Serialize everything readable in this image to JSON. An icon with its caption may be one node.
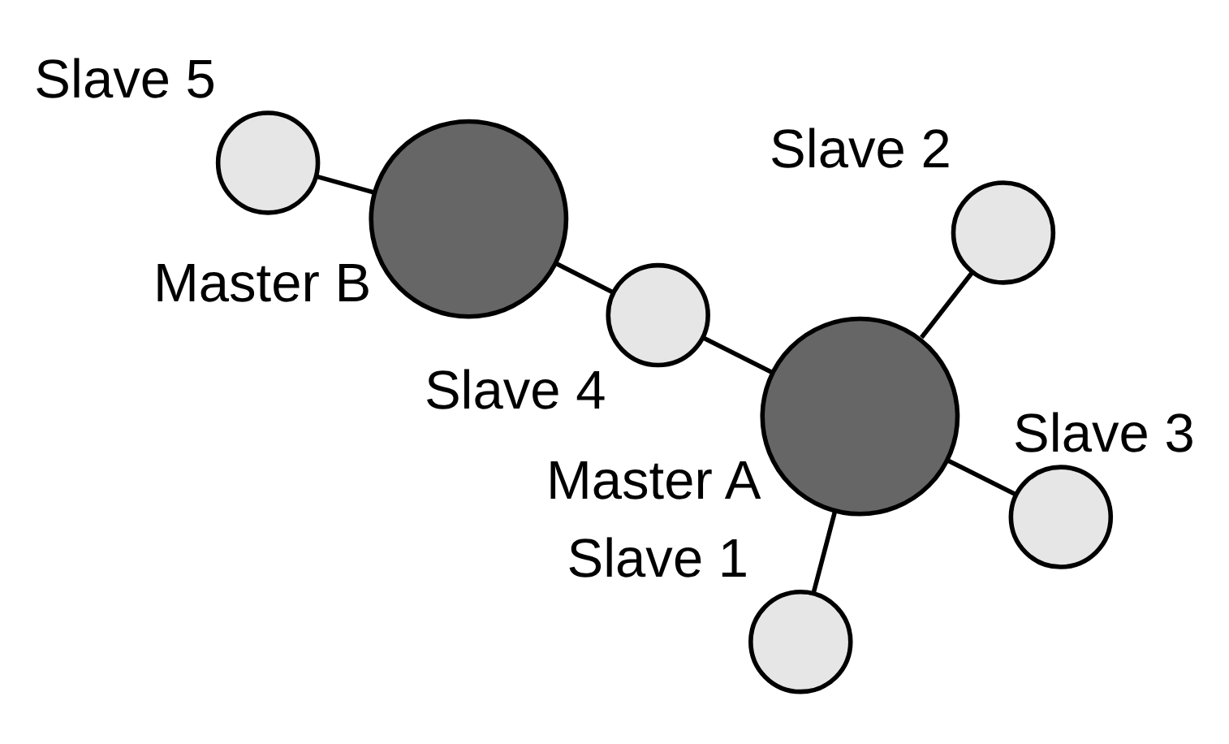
{
  "diagram": {
    "nodes": [
      {
        "text": [],
        "shape": "circle",
        "beside": [
          "Slave 1"
        ]
      },
      {
        "text": [],
        "shape": "circle",
        "beside": [
          "Slave 3"
        ]
      },
      {
        "text": [],
        "shape": "circle",
        "beside": [
          "Master A"
        ]
      },
      {
        "text": [],
        "shape": "circle",
        "beside": [
          "Master B"
        ]
      },
      {
        "text": [],
        "shape": "circle",
        "beside": [
          "Slave 4"
        ]
      },
      {
        "text": [],
        "shape": "circle",
        "beside": [
          "Slave 2"
        ]
      },
      {
        "text": [],
        "shape": "circle",
        "beside": [
          "Slave 5"
        ]
      }
    ],
    "edges": [
      {
        "from": 2,
        "to": 0,
        "arrow": "none"
      },
      {
        "from": 2,
        "to": 1,
        "arrow": "none"
      },
      {
        "from": 2,
        "to": 5,
        "arrow": "none"
      },
      {
        "from": 2,
        "to": 4,
        "arrow": "none"
      },
      {
        "from": 4,
        "to": 3,
        "arrow": "none"
      },
      {
        "from": 3,
        "to": 6,
        "arrow": "none"
      }
    ]
  }
}
